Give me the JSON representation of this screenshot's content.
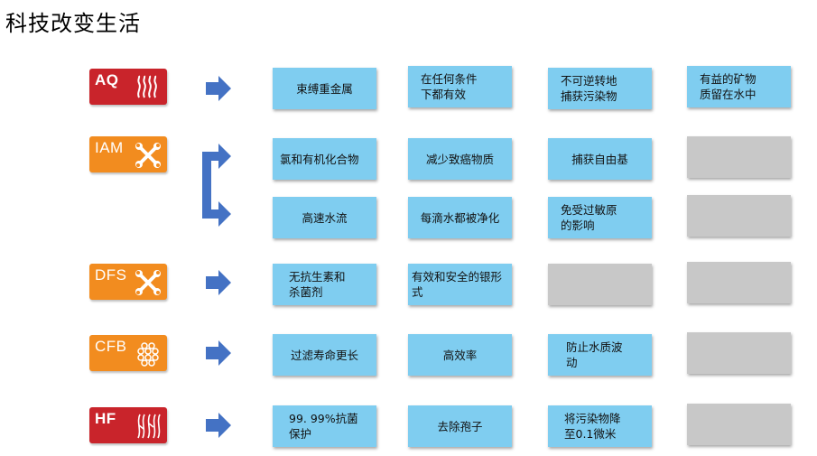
{
  "title": "科技改变生活",
  "colors": {
    "red": "#c9242b",
    "orange": "#f28c1f",
    "blue_box": "#7fcdf0",
    "gray_box": "#c8c8c8",
    "arrow": "#4472c4"
  },
  "rows": [
    {
      "badge": "AQ",
      "icon": "heat-waves-icon",
      "cells": [
        "束缚重金属",
        "在任何条件\n下都有效",
        "不可逆转地\n捕获污染物",
        "有益的矿物\n质留在水中"
      ]
    },
    {
      "badge": "IAM",
      "icon": "crossed-tools-icon",
      "cells": [
        "氯和有机化合物",
        "减少致癌物质",
        "捕获自由基",
        ""
      ]
    },
    {
      "badge": "",
      "icon": "",
      "cells": [
        "高速水流",
        "每滴水都被净化",
        "免受过敏原\n的影响",
        ""
      ]
    },
    {
      "badge": "DFS",
      "icon": "crossed-tools-icon",
      "cells": [
        "无抗生素和\n杀菌剂",
        "有效和安全的银形\n式",
        "",
        ""
      ]
    },
    {
      "badge": "CFB",
      "icon": "honeycomb-icon",
      "cells": [
        "过滤寿命更长",
        "高效率",
        "防止水质波\n动",
        ""
      ]
    },
    {
      "badge": "HF",
      "icon": "fibers-icon",
      "cells": [
        "99. 99%抗菌\n保护",
        "去除孢子",
        "将污染物降\n至0.1微米",
        ""
      ]
    }
  ]
}
